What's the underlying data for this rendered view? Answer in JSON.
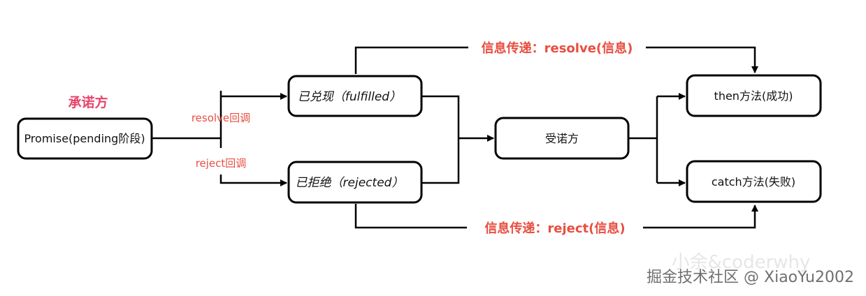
{
  "diagram": {
    "promiser_label": "承诺方",
    "promise_box": "Promise(pending阶段)",
    "resolve_cb": "resolve回调",
    "reject_cb": "reject回调",
    "fulfilled_box": "已兑现（fulfilled）",
    "rejected_box": "已拒绝（rejected）",
    "promisee_box": "受诺方",
    "then_box": "then方法(成功)",
    "catch_box": "catch方法(失败)",
    "resolve_msg": "信息传递：resolve(信息)",
    "reject_msg": "信息传递：reject(信息)"
  },
  "watermark": {
    "faint": "小余&coderwhy",
    "footer": "掘金技术社区 @ XiaoYu2002"
  },
  "colors": {
    "label_red": "#e84e40",
    "promiser_pink": "#e8456b",
    "stroke": "#000000"
  }
}
